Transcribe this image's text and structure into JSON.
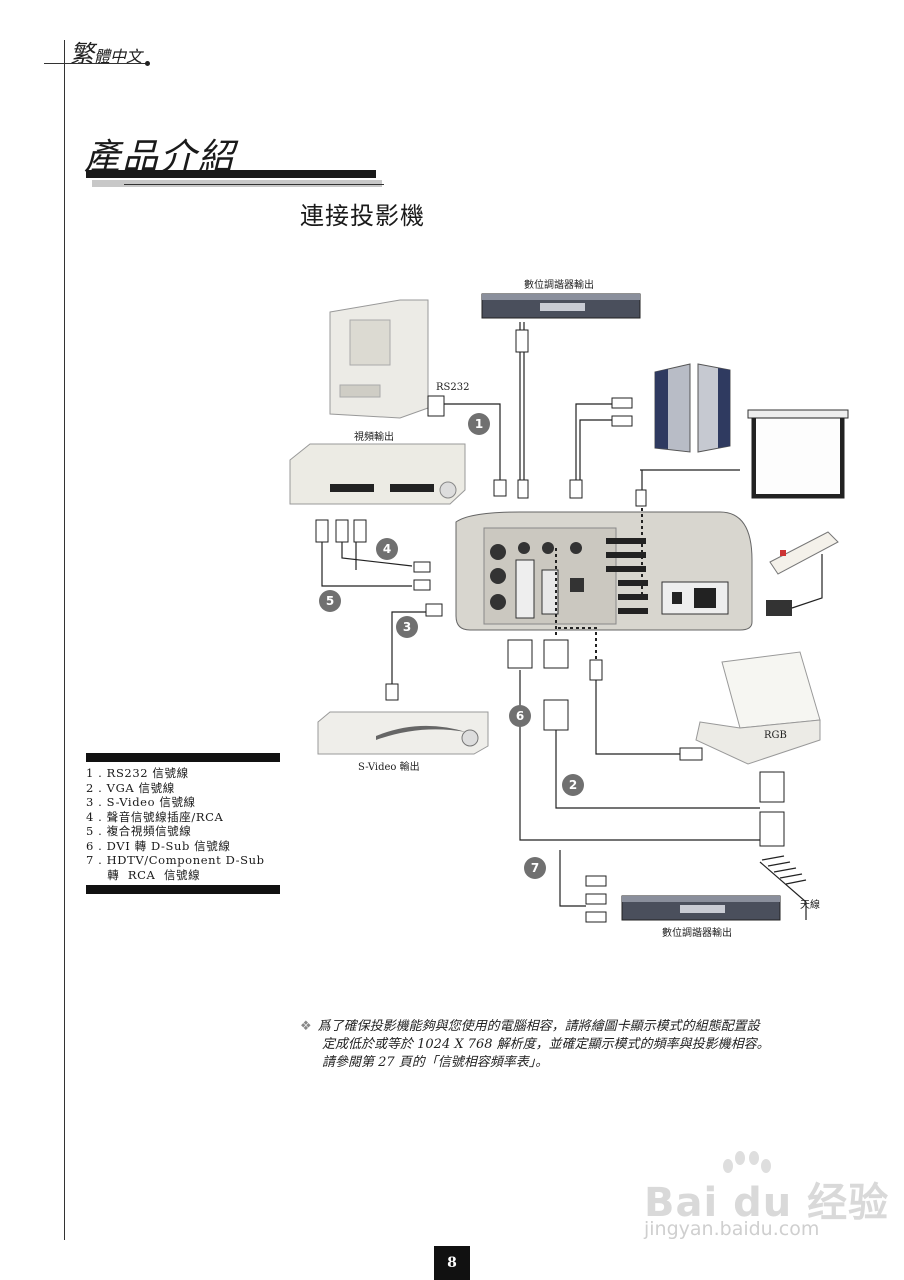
{
  "header": {
    "lang_main": "繁",
    "lang_rest": "體中文"
  },
  "chapter_title": "產品介紹",
  "section_title": "連接投影機",
  "diagram_labels": {
    "dtv_output_top": "數位調諧器輸出",
    "rs232": "RS232",
    "video_output": "視頻輸出",
    "svideo_output": "S-Video 輸出",
    "rgb": "RGB",
    "antenna": "天線",
    "dtv_output_bottom": "數位調諧器輸出"
  },
  "badges": [
    "1",
    "4",
    "5",
    "3",
    "6",
    "2",
    "7"
  ],
  "legend": [
    "1 . RS232  信號線",
    "2 . VGA  信號線",
    "3 . S-Video  信號線",
    "4 . 聲音信號線插座/RCA",
    "5 . 複合視頻信號線",
    "6 . DVI  轉  D-Sub  信號線",
    "7 . HDTV/Component  D-Sub",
    "     轉  RCA  信號線"
  ],
  "note": {
    "line1": "爲了確保投影機能夠與您使用的電腦相容，請將繪圖卡顯示模式的組態配置設",
    "line2": "定成低於或等於 1024 X 768 解析度，並確定顯示模式的頻率與投影機相容。",
    "line3": "請參閱第 27 頁的「信號相容頻率表」。"
  },
  "watermark": {
    "big": "Bai du 经验",
    "small": "jingyan.baidu.com"
  },
  "page_number": "8"
}
